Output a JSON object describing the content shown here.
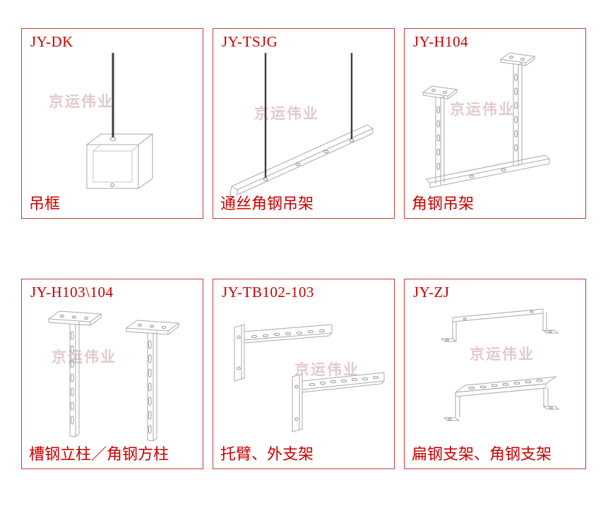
{
  "page": {
    "background": "#ffffff",
    "accent_color": "#cc0000",
    "border_color": "#c83c3c",
    "drawing_color": "#a9a9a9",
    "rod_color": "#3d3d3d",
    "watermark": {
      "text": "京运伟业",
      "color": "#ca9e9e"
    }
  },
  "panels": [
    {
      "code": "JY-DK",
      "name": "吊框",
      "drawing": "hanging-frame"
    },
    {
      "code": "JY-TSJG",
      "name": "通丝角钢吊架",
      "drawing": "threaded-rod-angle-hanger"
    },
    {
      "code": "JY-H104",
      "name": "角钢吊架",
      "drawing": "angle-steel-hanger"
    },
    {
      "code": "JY-H103\\104",
      "name": "槽钢立柱／角钢方柱",
      "drawing": "channel-angle-columns"
    },
    {
      "code": "JY-TB102-103",
      "name": "托臂、外支架",
      "drawing": "cantilever-arm-brackets"
    },
    {
      "code": "JY-ZJ",
      "name": "扁钢支架、角钢支架",
      "drawing": "flat-and-angle-brackets"
    }
  ]
}
